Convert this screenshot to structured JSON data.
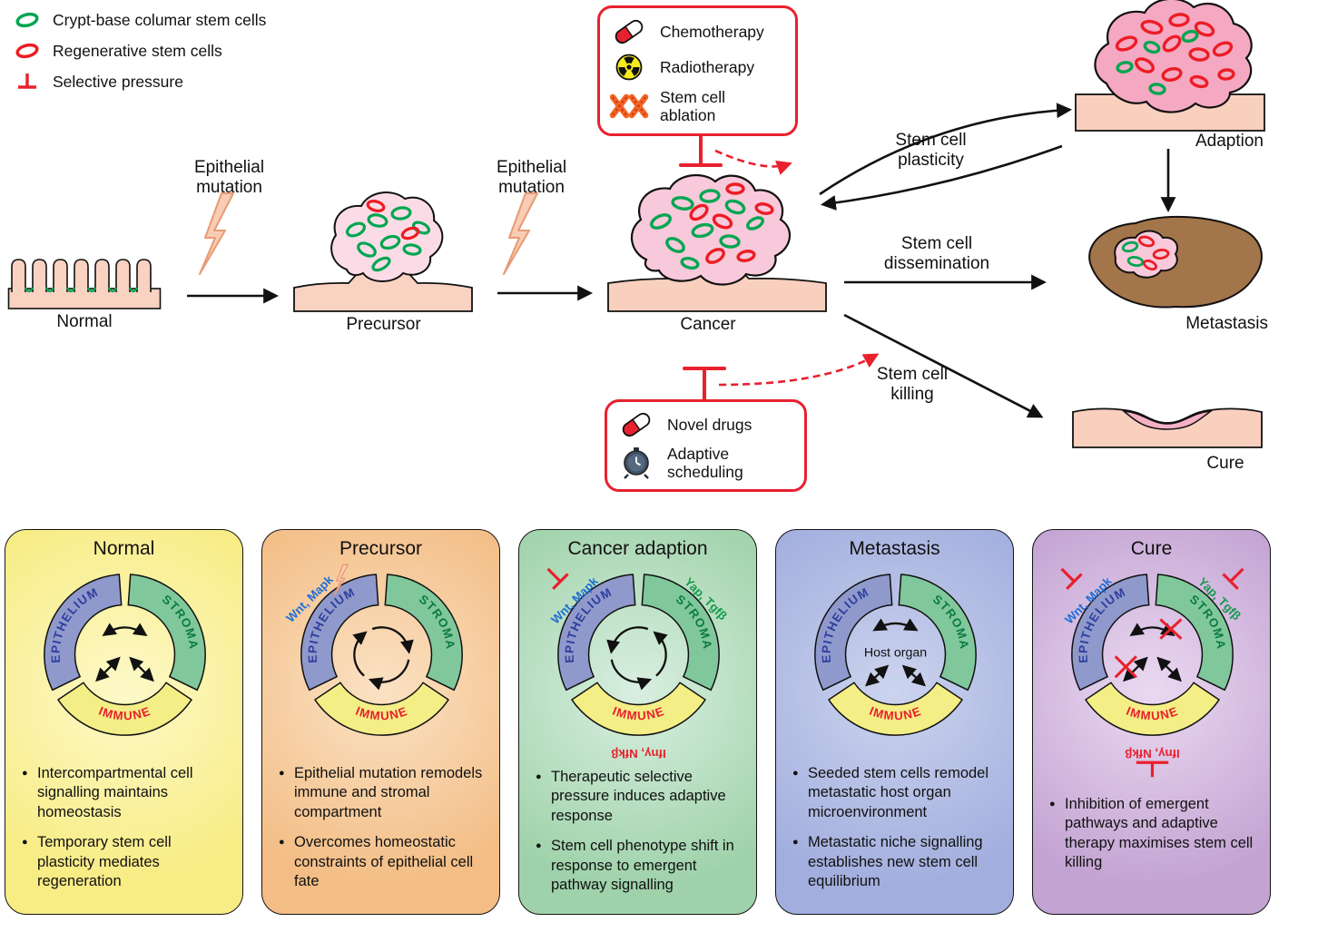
{
  "legend": {
    "items": [
      {
        "icon": "crypt-base-columnar-stem-cell-icon",
        "label": "Crypt-base columar stem cells"
      },
      {
        "icon": "regenerative-stem-cell-icon",
        "label": "Regenerative stem cells"
      },
      {
        "icon": "selective-pressure-icon",
        "label": "Selective pressure"
      }
    ]
  },
  "flow": {
    "stages": {
      "normal": "Normal",
      "precursor": "Precursor",
      "cancer": "Cancer",
      "adaption": "Adaption",
      "metastasis": "Metastasis",
      "cure": "Cure"
    },
    "labels": {
      "mutation1": "Epithelial mutation",
      "mutation2": "Epithelial mutation",
      "plasticity": "Stem cell plasticity",
      "dissemination": "Stem cell dissemination",
      "killing": "Stem cell killing"
    }
  },
  "therapy_top": {
    "items": [
      {
        "icon": "pill-icon",
        "label": "Chemotherapy"
      },
      {
        "icon": "radiation-icon",
        "label": "Radiotherapy"
      },
      {
        "icon": "chromosome-ablation-icon",
        "label": "Stem cell ablation"
      }
    ]
  },
  "therapy_bottom": {
    "items": [
      {
        "icon": "pill-icon",
        "label": "Novel drugs"
      },
      {
        "icon": "clock-icon",
        "label": "Adaptive scheduling"
      }
    ]
  },
  "wheel": {
    "epithelium": "EPITHELIUM",
    "stroma": "STROMA",
    "immune": "IMMUNE",
    "host_organ": "Host organ"
  },
  "pathways": {
    "wnt_mapk": "Wnt, Mapk",
    "yap_tgfb": "Yap, Tgfβ",
    "ifng_nfkb": "Ifnγ, Nfkβ"
  },
  "panels": [
    {
      "title": "Normal",
      "bullets": [
        "Intercompartmental cell signalling maintains homeostasis",
        "Temporary stem cell plasticity mediates regeneration"
      ]
    },
    {
      "title": "Precursor",
      "bullets": [
        "Epithelial mutation remodels immune and stromal compartment",
        "Overcomes homeostatic constraints of epithelial cell fate"
      ]
    },
    {
      "title": "Cancer adaption",
      "bullets": [
        "Therapeutic selective pressure induces adaptive response",
        "Stem cell phenotype shift in response to emergent pathway signalling"
      ]
    },
    {
      "title": "Metastasis",
      "bullets": [
        "Seeded stem cells remodel metastatic host organ microenvironment",
        "Metastatic niche signalling establishes new stem cell equilibrium"
      ]
    },
    {
      "title": "Cure",
      "bullets": [
        "Inhibition of emergent pathways and adaptive therapy maximises stem cell killing"
      ]
    }
  ],
  "colors": {
    "crypt_base_green": "#00a651",
    "regenerative_red": "#ed1c24",
    "inhibition_red": "#e8212e",
    "epithelium_fill": "#9099cb",
    "stroma_fill": "#80c89c",
    "immune_fill": "#f4ee86",
    "epithelium_text": "#2d3f9e",
    "stroma_text": "#0c7a40",
    "wnt_mapk_blue": "#1f6ed4",
    "yap_tgfb_green": "#169a4c",
    "tissue_pink": "#f9d2c2",
    "tumour_pink": "#f8c9da",
    "adaption_pink": "#f5a8c2",
    "metastasis_brown": "#a3754a"
  }
}
